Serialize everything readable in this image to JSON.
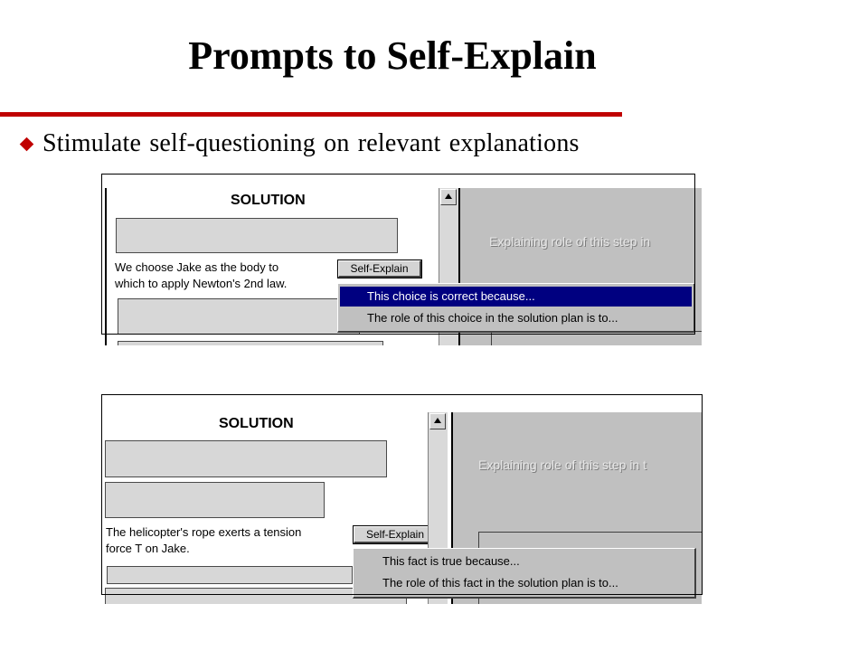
{
  "slide": {
    "title": "Prompts to Self-Explain",
    "bullet": "Stimulate self-questioning on relevant explanations"
  },
  "colors": {
    "accent": "#c00000",
    "menu_highlight": "#000080",
    "panel_gray": "#c0c0c0"
  },
  "screenshots": [
    {
      "solution_label": "SOLUTION",
      "step_lines": [
        "We choose Jake as the body to",
        "which to apply Newton's 2nd law."
      ],
      "button_label": "Self-Explain",
      "right_pane_text": "Explaining role of this step in",
      "menu_items": [
        {
          "label": "This choice is correct because...",
          "highlighted": true
        },
        {
          "label": "The role of this choice in the solution plan is to...",
          "highlighted": false
        }
      ],
      "scroll_icon": "scroll-up-arrow-icon"
    },
    {
      "solution_label": "SOLUTION",
      "step_lines": [
        "The helicopter's rope exerts a  tension",
        "force T on Jake."
      ],
      "button_label": "Self-Explain",
      "right_pane_text": "Explaining role of this step in t",
      "menu_items": [
        {
          "label": "This fact is true because...",
          "highlighted": false
        },
        {
          "label": "The role of this fact in the solution plan is to...",
          "highlighted": false
        }
      ],
      "scroll_icon": "scroll-up-arrow-icon"
    }
  ]
}
